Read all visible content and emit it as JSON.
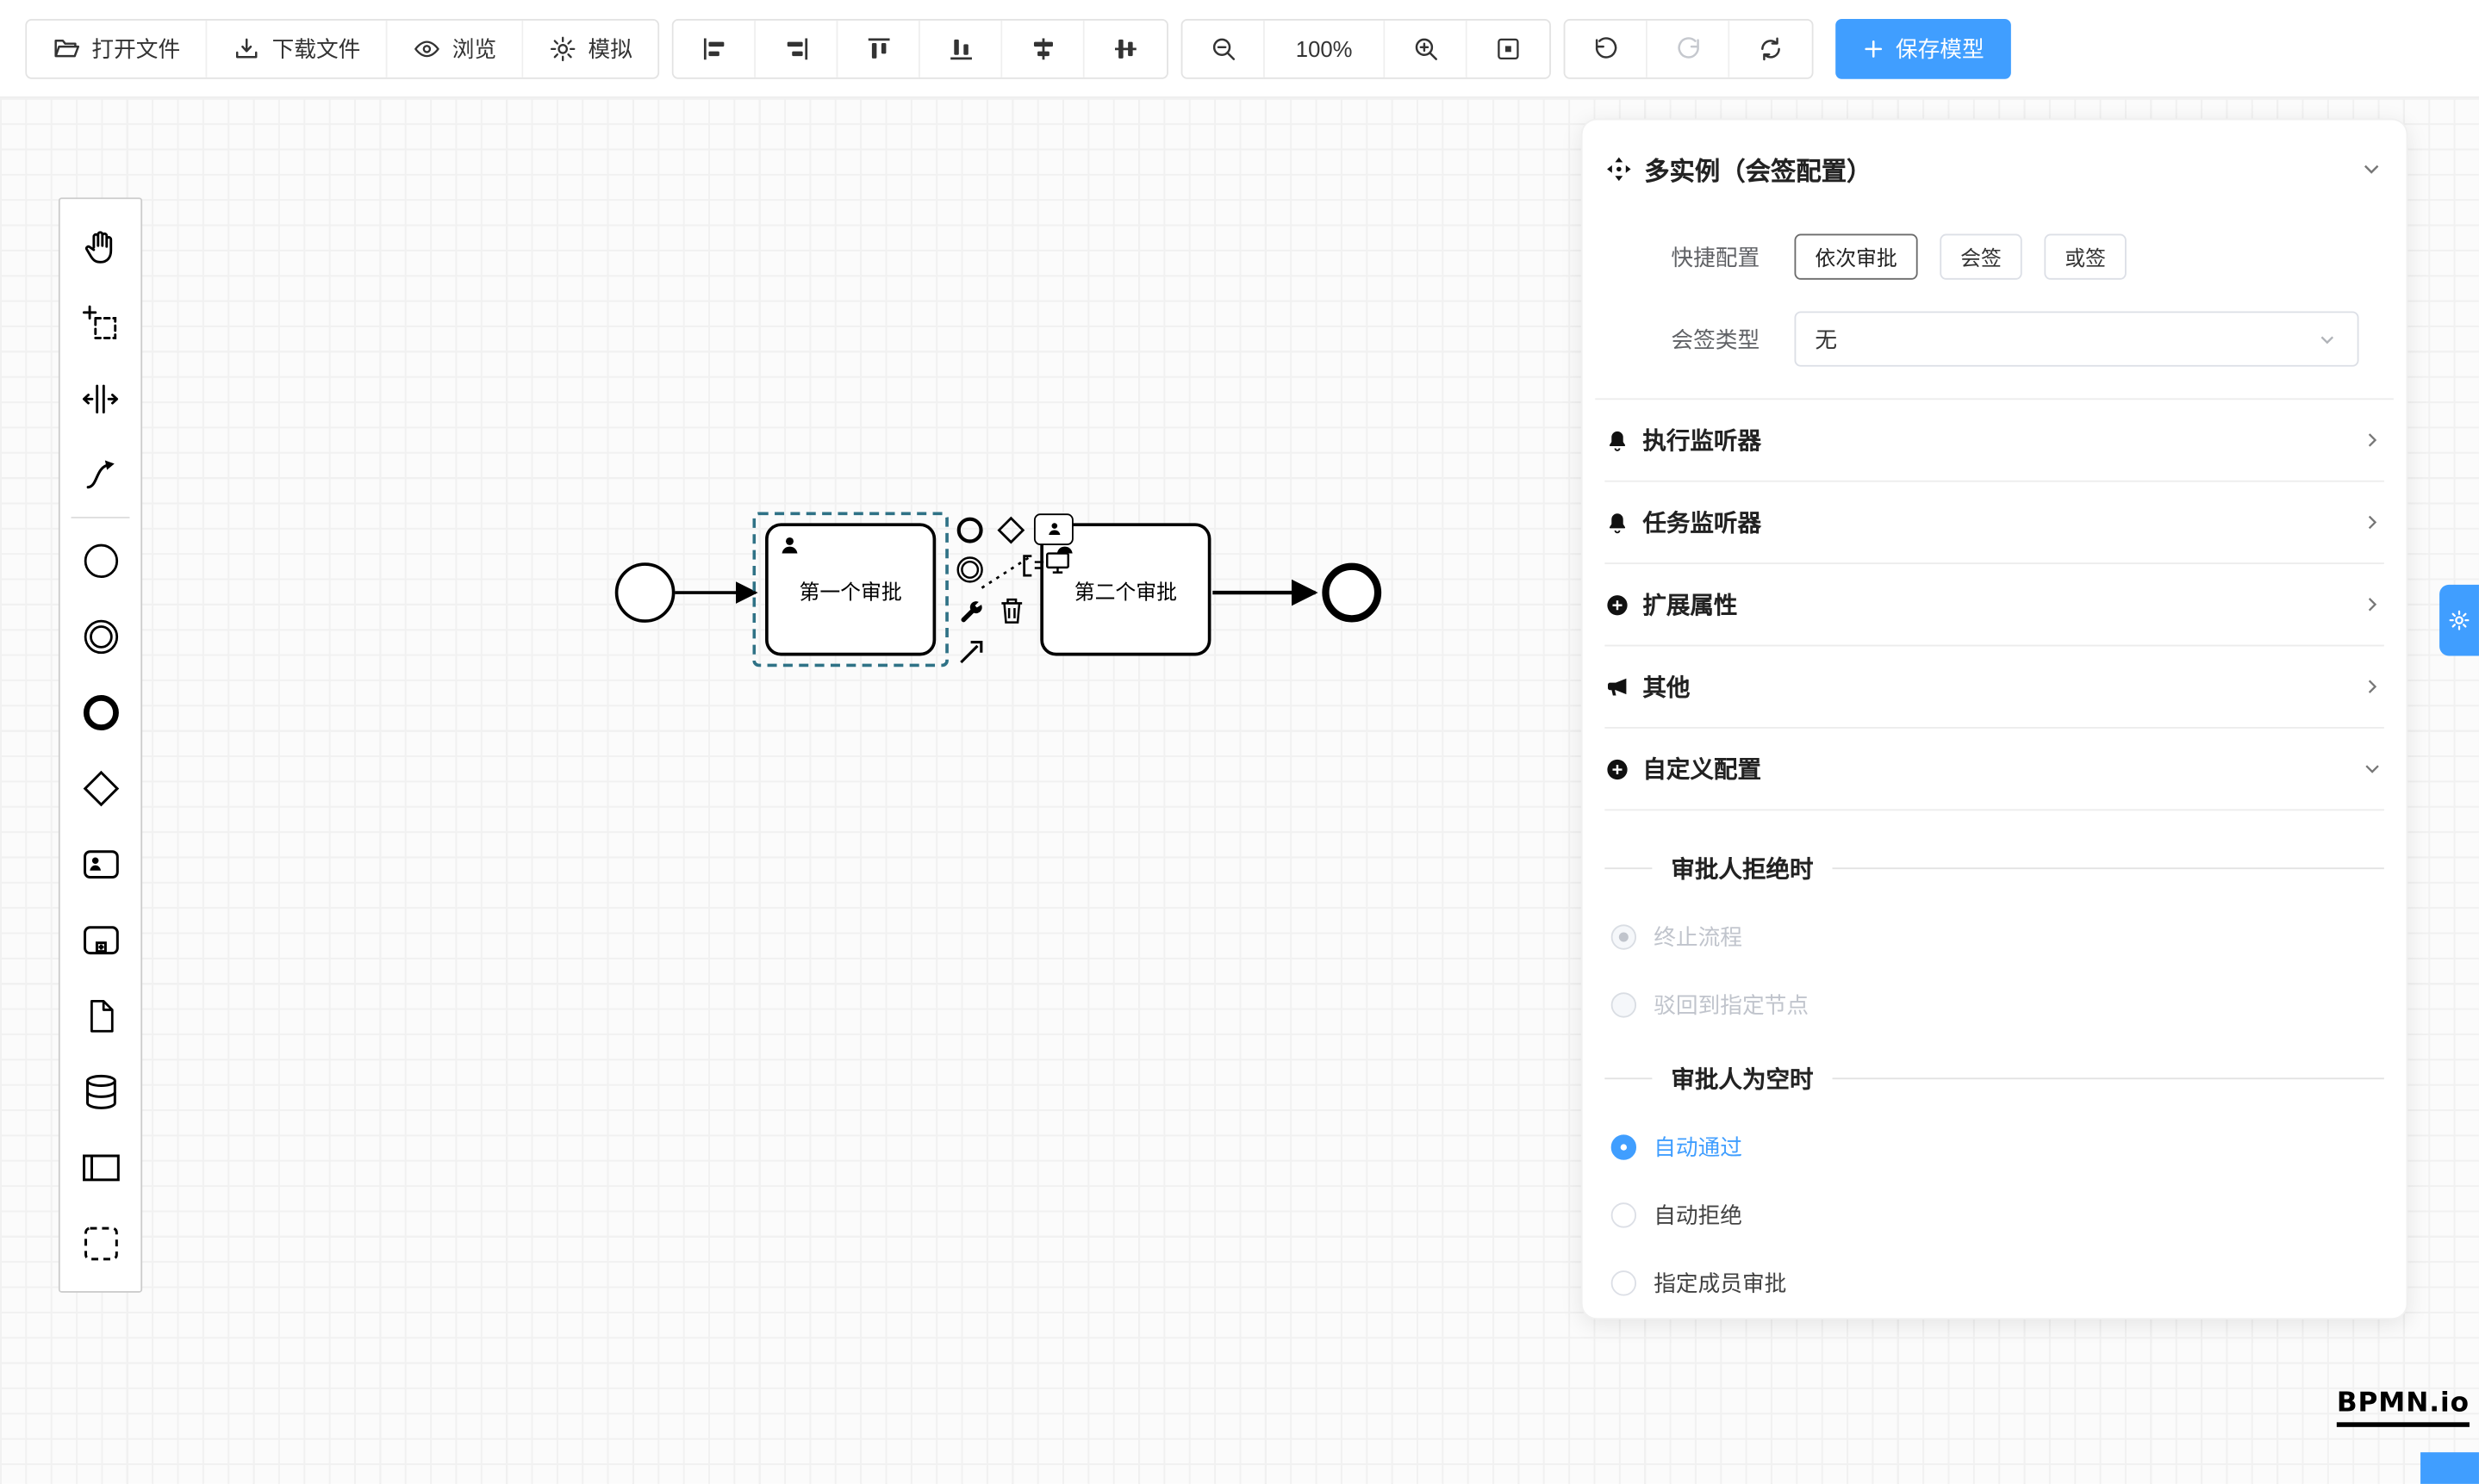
{
  "toolbar": {
    "open_file": "打开文件",
    "download_file": "下载文件",
    "preview": "浏览",
    "simulate": "模拟",
    "zoom_level": "100%",
    "save_model": "保存模型"
  },
  "canvas": {
    "task1_label": "第一个审批",
    "task2_label": "第二个审批"
  },
  "panel": {
    "title": "多实例（会签配置）",
    "quick_config_label": "快捷配置",
    "quick_options": [
      "依次审批",
      "会签",
      "或签"
    ],
    "sign_type_label": "会签类型",
    "sign_type_value": "无",
    "sections": [
      {
        "label": "执行监听器"
      },
      {
        "label": "任务监听器"
      },
      {
        "label": "扩展属性"
      },
      {
        "label": "其他"
      },
      {
        "label": "自定义配置"
      }
    ],
    "reject_group": {
      "title": "审批人拒绝时",
      "options": [
        {
          "label": "终止流程",
          "checked": true,
          "disabled": true
        },
        {
          "label": "驳回到指定节点",
          "checked": false,
          "disabled": true
        }
      ]
    },
    "empty_group": {
      "title": "审批人为空时",
      "options": [
        {
          "label": "自动通过",
          "checked": true,
          "disabled": false
        },
        {
          "label": "自动拒绝",
          "checked": false,
          "disabled": false
        },
        {
          "label": "指定成员审批",
          "checked": false,
          "disabled": false
        }
      ]
    }
  },
  "logo": "BPMN.io",
  "colors": {
    "primary": "#409eff"
  }
}
